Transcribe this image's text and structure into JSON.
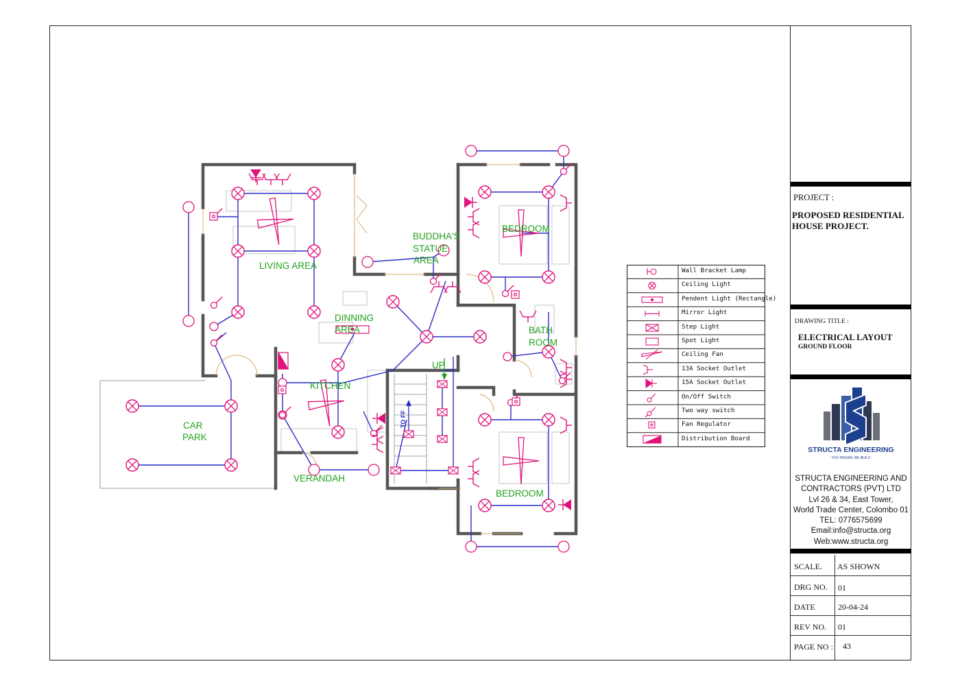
{
  "rooms": {
    "living": "LIVING AREA",
    "dining_1": "DINNING",
    "dining_2": "AREA",
    "buddha_1": "BUDDHA'S",
    "buddha_2": "STATUE",
    "buddha_3": "AREA",
    "bedroom_top": "BEDROOM",
    "bath_1": "BATH",
    "bath_2": "ROOM",
    "kitchen": "KITCHEN",
    "up": "UP",
    "to_ff": "TO FF",
    "car_1": "CAR",
    "car_2": "PARK",
    "verandah": "VERANDAH",
    "bedroom_bottom": "BEDROOM"
  },
  "legend": [
    {
      "symbol": "wall-bracket-lamp",
      "label": "Wall Bracket Lamp"
    },
    {
      "symbol": "ceiling-light",
      "label": "Ceiling Light"
    },
    {
      "symbol": "pendent-light",
      "label": "Pendent Light (Rectangle)"
    },
    {
      "symbol": "mirror-light",
      "label": "Mirror Light"
    },
    {
      "symbol": "step-light",
      "label": "Step Light"
    },
    {
      "symbol": "spot-light",
      "label": "Spot Light"
    },
    {
      "symbol": "ceiling-fan",
      "label": "Ceiling Fan"
    },
    {
      "symbol": "socket-13a",
      "label": "13A Socket Outlet"
    },
    {
      "symbol": "socket-15a",
      "label": "15A Socket Outlet"
    },
    {
      "symbol": "on-off-switch",
      "label": "On/Off Switch"
    },
    {
      "symbol": "two-way-switch",
      "label": "Two way switch"
    },
    {
      "symbol": "fan-regulator",
      "label": "Fan Regulator"
    },
    {
      "symbol": "distribution-board",
      "label": "Distribution Board"
    }
  ],
  "title_block": {
    "project_label": "PROJECT :",
    "project_name_1": "PROPOSED RESIDENTIAL",
    "project_name_2": "HOUSE PROJECT.",
    "drawing_title_label": "DRAWING TITLE :",
    "drawing_title": "ELECTRICAL LAYOUT",
    "drawing_subtitle": "GROUND FLOOR",
    "logo_name": "STRUCTA ENGINEERING",
    "logo_tagline": "- YOU DREAM, WE BUILD -",
    "company_lines": [
      "STRUCTA ENGINEERING AND",
      "CONTRACTORS  (PVT) LTD",
      "Lvl 26 & 34, East Tower,",
      "World Trade Center, Colombo 01",
      "TEL: 0776575699",
      "Email:info@structa.org",
      "Web:www.structa.org"
    ],
    "fields": [
      {
        "label": "SCALE.",
        "value": "AS SHOWN"
      },
      {
        "label": "DRG NO.",
        "value": "01"
      },
      {
        "label": "DATE",
        "value": "20-04-24"
      },
      {
        "label": "REV NO.",
        "value": "01"
      },
      {
        "label": "PAGE NO :",
        "value": "43"
      }
    ]
  },
  "colors": {
    "wiring": "#2a2ac8",
    "fixtures": "#e0137a",
    "walls": "#555555",
    "room_labels": "#22a01c",
    "logo_blue": "#1d3f8f"
  }
}
